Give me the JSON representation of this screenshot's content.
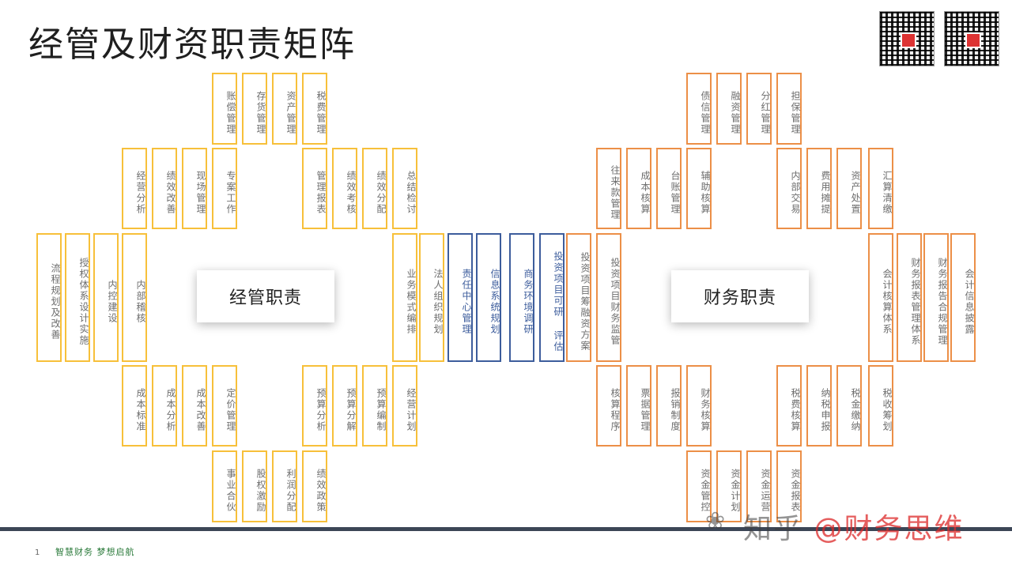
{
  "title": "经管及财资职责矩阵",
  "center_left": "经管职责",
  "center_right": "财务职责",
  "footer": {
    "page": "1",
    "slogan": "智慧财务 梦想启航"
  },
  "watermark": {
    "text": "知乎 ",
    "highlight": "@财务思维",
    "icon": "❀"
  },
  "colors": {
    "yellow": "#f7c03a",
    "orange": "#ec8f47",
    "blue": "#3d5d9c"
  },
  "boxes": {
    "y_top1": [
      "账偿管理",
      "存货管理",
      "资产管理",
      "税费管理"
    ],
    "y_top2a": [
      "经营分析",
      "绩效改善",
      "现场管理",
      "专案工作"
    ],
    "y_top2b": [
      "管理报表",
      "绩效考核",
      "绩效分配",
      "总结检讨"
    ],
    "y_mid_l": [
      "流程规划及改善",
      "授权体系设计实施",
      "内控建设",
      "内部稽核"
    ],
    "y_mid_r": [
      "业务模式编排",
      "法人组织规划"
    ],
    "b_mid": [
      "责任中心管理",
      "信息系统规划",
      "商务环境调研",
      "投资项目可研 评估"
    ],
    "o_mid_l": [
      "投资项目筹融资方案",
      "投资项目财务监管"
    ],
    "o_mid_r": [
      "会计核算体系",
      "财务报表管理体系",
      "财务报告合规管理",
      "会计信息披露"
    ],
    "y_bot1a": [
      "成本标准",
      "成本分析",
      "成本改善",
      "定价管理"
    ],
    "y_bot1b": [
      "预算分析",
      "预算分解",
      "预算编制",
      "经营计划"
    ],
    "y_bot2": [
      "事业合伙",
      "股权激励",
      "利润分配",
      "绩效政策"
    ],
    "o_top1": [
      "债信管理",
      "融资管理",
      "分红管理",
      "担保管理"
    ],
    "o_top2a": [
      "往来款管理",
      "成本核算",
      "台账管理",
      "辅助核算"
    ],
    "o_top2b": [
      "内部交易",
      "费用摊提",
      "资产处置",
      "汇算清缴"
    ],
    "o_bot1a": [
      "核算程序",
      "票据管理",
      "报销制度",
      "财务核算"
    ],
    "o_bot1b": [
      "税费核算",
      "纳税申报",
      "税金缴纳",
      "税收筹划"
    ],
    "o_bot2": [
      "资金管控",
      "资金计划",
      "资金运营",
      "资金报表"
    ]
  }
}
